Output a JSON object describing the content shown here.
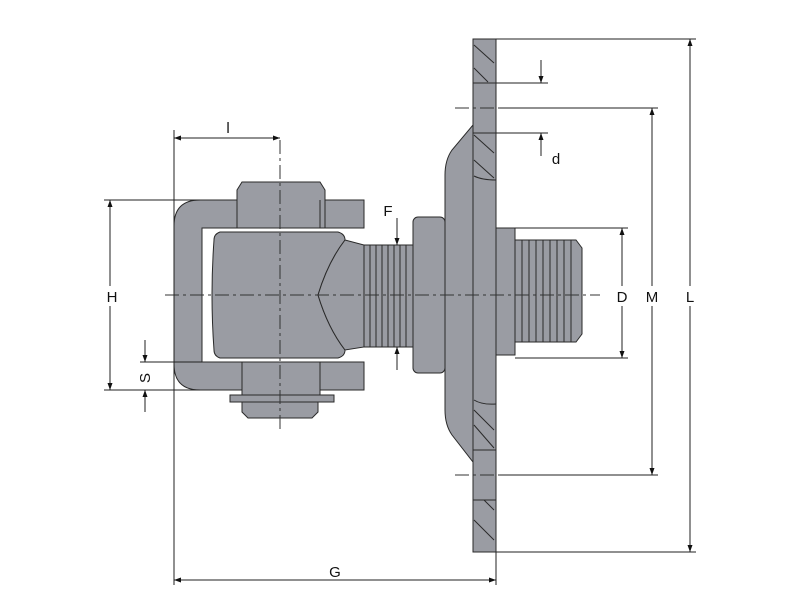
{
  "drawing": {
    "title": "Adjustable gate hinge with weld-on plate",
    "colors": {
      "part_fill": "#9a9ca3",
      "line": "#2a2a2a"
    },
    "dimension_labels": {
      "l": "l",
      "H": "H",
      "S": "S",
      "F": "F",
      "d": "d",
      "D": "D",
      "M": "M",
      "L": "L",
      "G": "G"
    }
  }
}
